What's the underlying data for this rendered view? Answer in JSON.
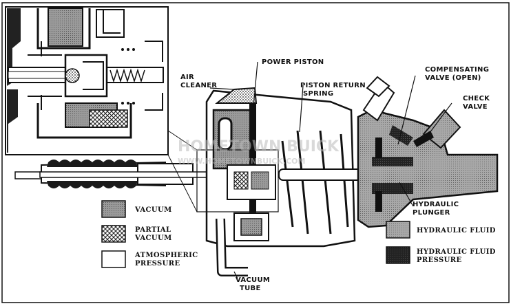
{
  "labels": {
    "power_piston": "POWER PISTON",
    "air_cleaner_1": "AIR",
    "air_cleaner_2": "CLEANER",
    "piston_return_1": "PISTON RETURN",
    "piston_return_2": "SPRING",
    "compensating_1": "COMPENSATING",
    "compensating_2": "VALVE (OPEN)",
    "check_1": "CHECK",
    "check_2": "VALVE",
    "hydraulic_plunger_1": "HYDRAULIC",
    "hydraulic_plunger_2": "PLUNGER",
    "vacuum_tube_1": "VACUUM",
    "vacuum_tube_2": "TUBE"
  },
  "legend": {
    "vacuum": "VACUUM",
    "partial_1": "PARTIAL",
    "partial_2": "VACUUM",
    "atmos_1": "ATMOSPHERIC",
    "atmos_2": "PRESSURE",
    "hyd_fluid": "HYDRAULIC FLUID",
    "hyd_press_1": "HYDRAULIC FLUID",
    "hyd_press_2": "PRESSURE"
  },
  "watermark": {
    "line1": "HOMETOWN BUICK",
    "line2": "WWW.HOMETOWNBUICK.COM"
  },
  "colors": {
    "ink": "#111111",
    "vacuum_fill": "#8c8c8c",
    "hydraulic_fill": "#9a9a9a",
    "pressure_fill": "#2a2a2a"
  }
}
